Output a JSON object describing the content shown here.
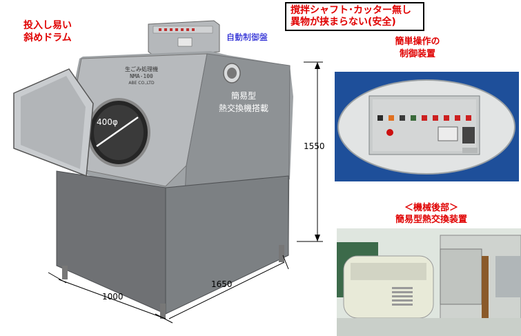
{
  "labels": {
    "easy_drum": [
      "投入し易い",
      "斜めドラム"
    ],
    "safety_note": [
      "撹拌シャフト･カッター無し",
      "異物が挟まらない(安全)"
    ],
    "auto_panel": "自動制御盤",
    "simple_control": [
      "簡単操作の",
      "制御装置"
    ],
    "rear_title": "＜機械後部＞",
    "rear_sub": "簡易型熱交換装置",
    "heat_exchanger": [
      "簡易型",
      "熱交換機搭載"
    ]
  },
  "machine_plate": {
    "name": "生ごみ処理機",
    "model": "NMA-100",
    "maker": "ABE CO.,LTD"
  },
  "dimensions": {
    "drum": "400φ",
    "height": "1550",
    "width": "1000",
    "depth": "1650"
  },
  "colors": {
    "label_red": "#e00000",
    "label_blue": "#0000cc",
    "panel_bg": "#1e4f9a",
    "machine_steel": "#a8abae",
    "machine_dark": "#6f7174"
  }
}
